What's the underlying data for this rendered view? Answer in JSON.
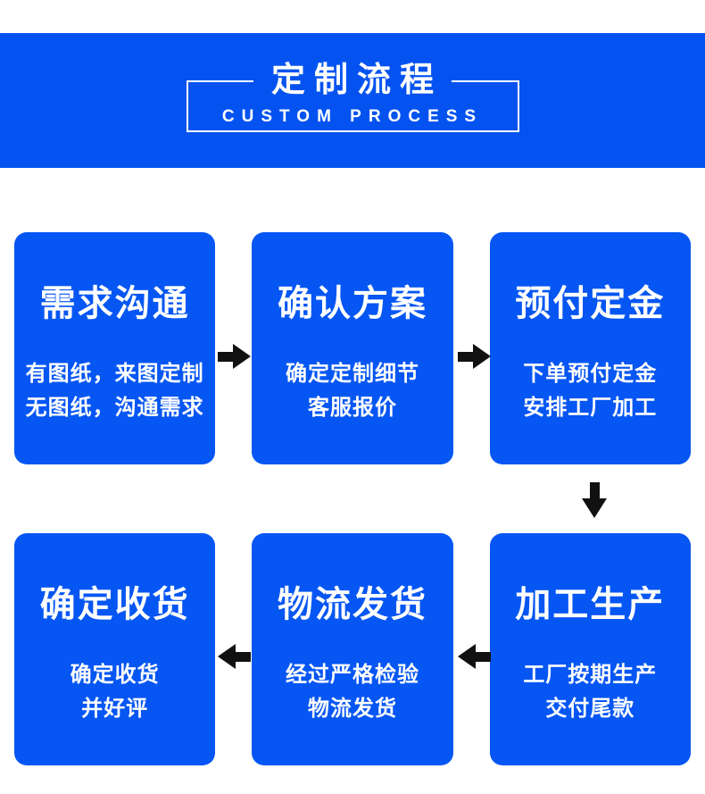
{
  "colors": {
    "page-bg": "#ffffff",
    "banner-blue": "#0453f0",
    "card-blue": "#0656f3",
    "arrow-black": "#111111",
    "text-white": "#ffffff"
  },
  "banner": {
    "title": "定制流程",
    "subtitle": "CUSTOM PROCESS"
  },
  "flow": {
    "steps": [
      {
        "title": "需求沟通",
        "lines": [
          "有图纸，来图定制",
          "无图纸，沟通需求"
        ]
      },
      {
        "title": "确认方案",
        "lines": [
          "确定定制细节",
          "客服报价"
        ]
      },
      {
        "title": "预付定金",
        "lines": [
          "下单预付定金",
          "安排工厂加工"
        ]
      },
      {
        "title": "加工生产",
        "lines": [
          "工厂按期生产",
          "交付尾款"
        ]
      },
      {
        "title": "物流发货",
        "lines": [
          "经过严格检验",
          "物流发货"
        ]
      },
      {
        "title": "确定收货",
        "lines": [
          "确定收货",
          "并好评"
        ]
      }
    ]
  }
}
